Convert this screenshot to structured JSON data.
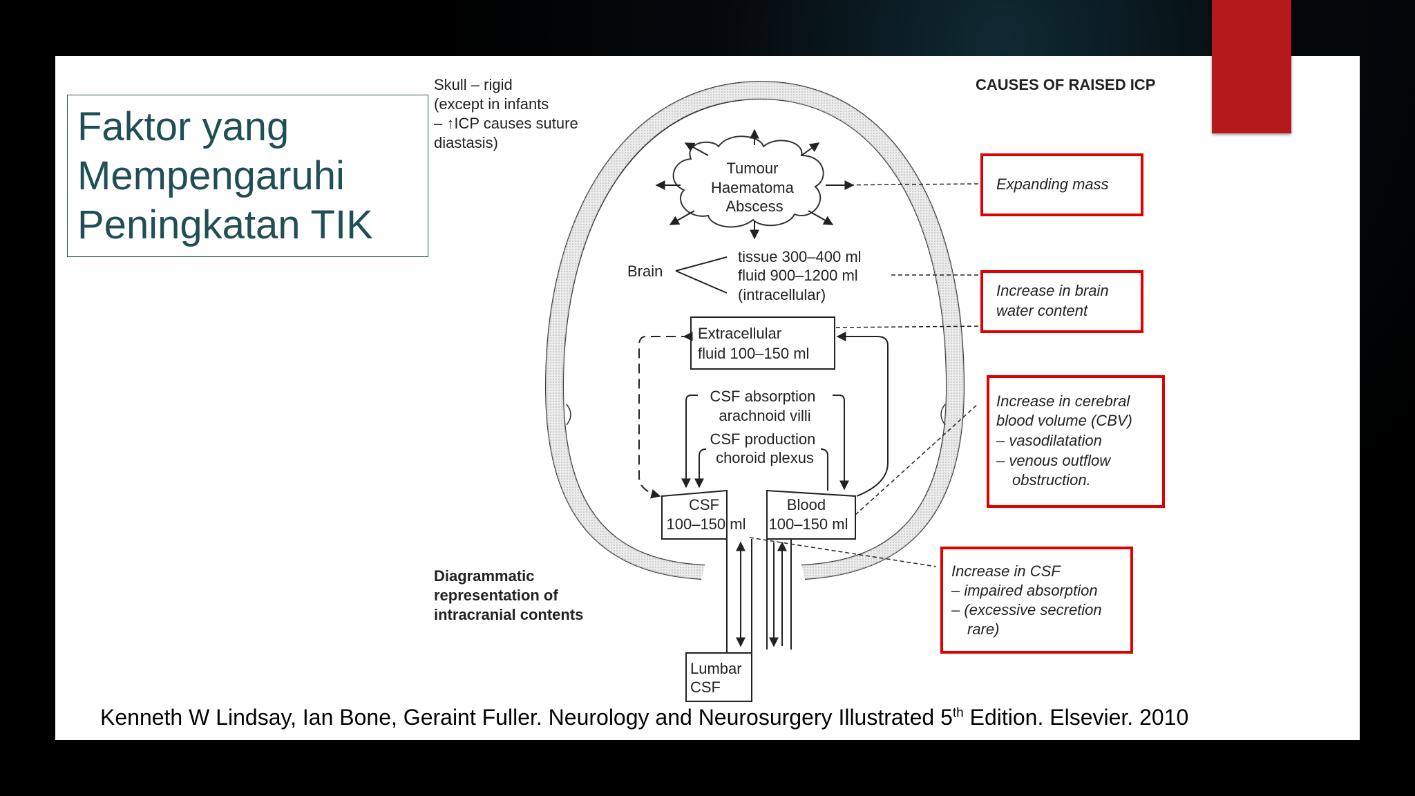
{
  "title": {
    "lines": [
      "Faktor yang",
      "Mempengaruhi",
      "Peningkatan TIK"
    ]
  },
  "diagram": {
    "header": "CAUSES OF RAISED ICP",
    "skull_note": [
      "Skull – rigid",
      "(except in infants",
      "– ↑ICP causes suture",
      "diastasis)"
    ],
    "mass_labels": [
      "Tumour",
      "Haematoma",
      "Abscess"
    ],
    "brain_label": "Brain",
    "brain_parts": [
      "tissue 300–400 ml",
      "fluid 900–1200 ml",
      "(intracellular)"
    ],
    "extracellular": [
      "Extracellular",
      "fluid 100–150 ml"
    ],
    "csf_absorption": [
      "CSF absorption",
      "arachnoid villi"
    ],
    "csf_production": [
      "CSF production",
      "choroid plexus"
    ],
    "csf_box": [
      "CSF",
      "100–150 ml"
    ],
    "blood_box": [
      "Blood",
      "100–150 ml"
    ],
    "lumbar_box": [
      "Lumbar",
      "CSF"
    ],
    "caption": [
      "Diagrammatic",
      "representation of",
      "intracranial contents"
    ],
    "causes": [
      {
        "lines": [
          "Expanding mass"
        ]
      },
      {
        "lines": [
          "Increase in brain",
          "water content"
        ]
      },
      {
        "lines": [
          "Increase in cerebral",
          "blood volume (CBV)",
          "– vasodilatation",
          "– venous outflow",
          "obstruction."
        ]
      },
      {
        "lines": [
          "Increase in CSF",
          "– impaired absorption",
          "– (excessive secretion",
          "rare)"
        ]
      }
    ],
    "highlight_color": "#e00000"
  },
  "citation": {
    "before_sup": "Kenneth W Lindsay, Ian Bone, Geraint Fuller. Neurology and Neurosurgery Illustrated 5",
    "sup": "th",
    "after_sup": " Edition. Elsevier. 2010"
  }
}
